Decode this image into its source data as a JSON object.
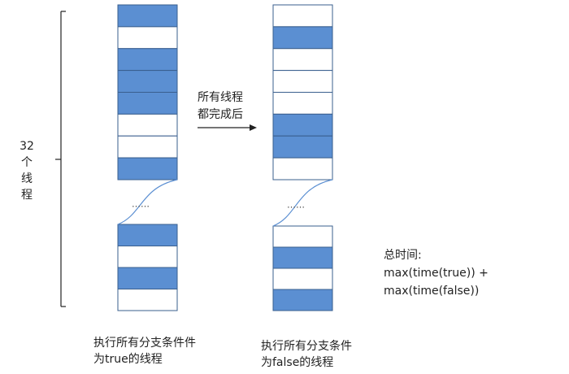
{
  "colors": {
    "filled": "#5B8FD2",
    "empty": "#FFFFFF",
    "border": "#3A5F8E",
    "connector": "#5B8FD2"
  },
  "left_column": {
    "top_cells": [
      1,
      0,
      1,
      1,
      1,
      0,
      0,
      1
    ],
    "bottom_cells": [
      1,
      0,
      1,
      0
    ],
    "dots": "……",
    "caption_line1": "执行所有分支条件件",
    "caption_line2": "为true的线程"
  },
  "right_column": {
    "top_cells": [
      0,
      1,
      0,
      0,
      0,
      1,
      1,
      0
    ],
    "bottom_cells": [
      0,
      1,
      0,
      1
    ],
    "dots": "……",
    "caption_line1": "执行所有分支条件",
    "caption_line2": "为false的线程"
  },
  "arrow": {
    "line1": "所有线程",
    "line2": "都完成后"
  },
  "brace": {
    "count": "32",
    "chars": [
      "个",
      "线",
      "程"
    ]
  },
  "total_time": {
    "line1": "总时间:",
    "line2": "max(time(true)) +",
    "line3": "max(time(false))"
  }
}
